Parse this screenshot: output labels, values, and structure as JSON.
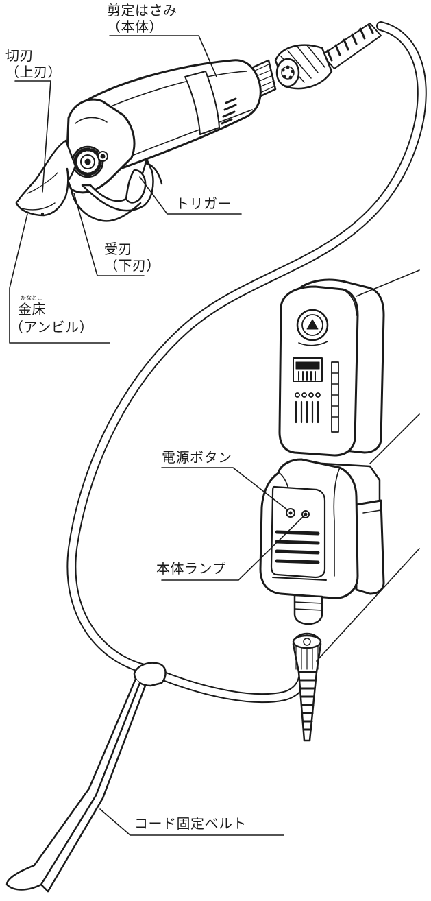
{
  "labels": {
    "shears_body_line1": "剪定はさみ",
    "shears_body_line2": "（本体）",
    "upper_blade_line1": "切刃",
    "upper_blade_line2": "（上刃）",
    "trigger": "トリガー",
    "lower_blade_line1": "受刃",
    "lower_blade_line2": "（下刃）",
    "anvil_ruby": "かなとこ",
    "anvil_line1": "金床",
    "anvil_line2": "（アンビル）",
    "power_button": "電源ボタン",
    "body_lamp": "本体ランプ",
    "cord_belt": "コード固定ベルト"
  },
  "colors": {
    "line": "#1a1a1a",
    "body_fill": "#ffffff",
    "shade": "#2a2a2a"
  }
}
